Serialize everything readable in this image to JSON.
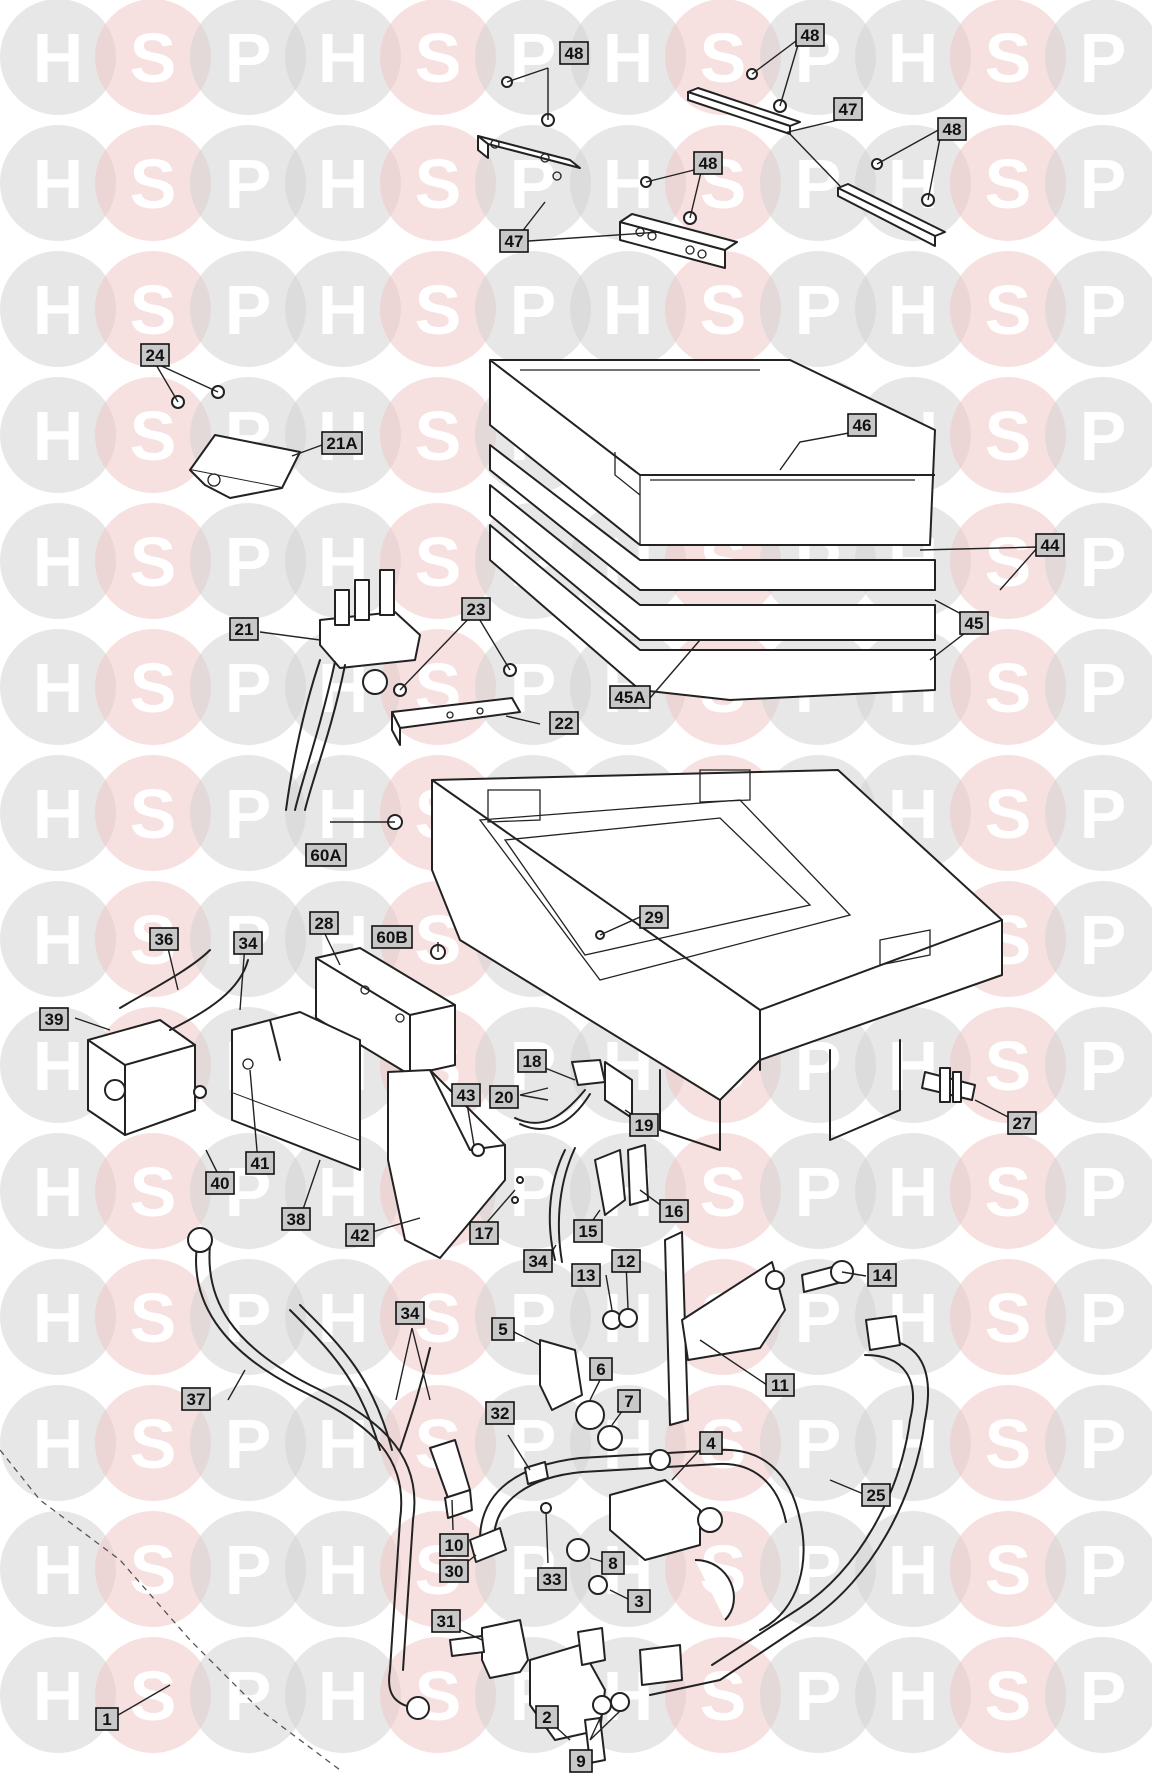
{
  "watermark": {
    "letters": [
      "H",
      "S",
      "P"
    ],
    "colors": {
      "H": "#d4d4d4",
      "S": "#f1c6c6",
      "P": "#d4d4d4"
    }
  },
  "callouts": [
    {
      "id": "48a",
      "label": "48"
    },
    {
      "id": "48b",
      "label": "48"
    },
    {
      "id": "48c",
      "label": "48"
    },
    {
      "id": "48d",
      "label": "48"
    },
    {
      "id": "47a",
      "label": "47"
    },
    {
      "id": "47b",
      "label": "47"
    },
    {
      "id": "24",
      "label": "24"
    },
    {
      "id": "21A",
      "label": "21A"
    },
    {
      "id": "46",
      "label": "46"
    },
    {
      "id": "44",
      "label": "44"
    },
    {
      "id": "21",
      "label": "21"
    },
    {
      "id": "23",
      "label": "23"
    },
    {
      "id": "45",
      "label": "45"
    },
    {
      "id": "45A",
      "label": "45A"
    },
    {
      "id": "22",
      "label": "22"
    },
    {
      "id": "60A",
      "label": "60A"
    },
    {
      "id": "60B",
      "label": "60B"
    },
    {
      "id": "28",
      "label": "28"
    },
    {
      "id": "29",
      "label": "29"
    },
    {
      "id": "36",
      "label": "36"
    },
    {
      "id": "34a",
      "label": "34"
    },
    {
      "id": "39",
      "label": "39"
    },
    {
      "id": "18",
      "label": "18"
    },
    {
      "id": "20",
      "label": "20"
    },
    {
      "id": "43",
      "label": "43"
    },
    {
      "id": "19",
      "label": "19"
    },
    {
      "id": "27",
      "label": "27"
    },
    {
      "id": "40",
      "label": "40"
    },
    {
      "id": "41",
      "label": "41"
    },
    {
      "id": "38",
      "label": "38"
    },
    {
      "id": "42",
      "label": "42"
    },
    {
      "id": "17",
      "label": "17"
    },
    {
      "id": "15",
      "label": "15"
    },
    {
      "id": "16",
      "label": "16"
    },
    {
      "id": "34b",
      "label": "34"
    },
    {
      "id": "13",
      "label": "13"
    },
    {
      "id": "12",
      "label": "12"
    },
    {
      "id": "14",
      "label": "14"
    },
    {
      "id": "34c",
      "label": "34"
    },
    {
      "id": "5",
      "label": "5"
    },
    {
      "id": "6",
      "label": "6"
    },
    {
      "id": "7",
      "label": "7"
    },
    {
      "id": "11",
      "label": "11"
    },
    {
      "id": "37",
      "label": "37"
    },
    {
      "id": "32",
      "label": "32"
    },
    {
      "id": "4",
      "label": "4"
    },
    {
      "id": "25",
      "label": "25"
    },
    {
      "id": "10",
      "label": "10"
    },
    {
      "id": "33",
      "label": "33"
    },
    {
      "id": "8",
      "label": "8"
    },
    {
      "id": "30",
      "label": "30"
    },
    {
      "id": "3",
      "label": "3"
    },
    {
      "id": "31",
      "label": "31"
    },
    {
      "id": "1",
      "label": "1"
    },
    {
      "id": "2",
      "label": "2"
    },
    {
      "id": "9",
      "label": "9"
    }
  ]
}
